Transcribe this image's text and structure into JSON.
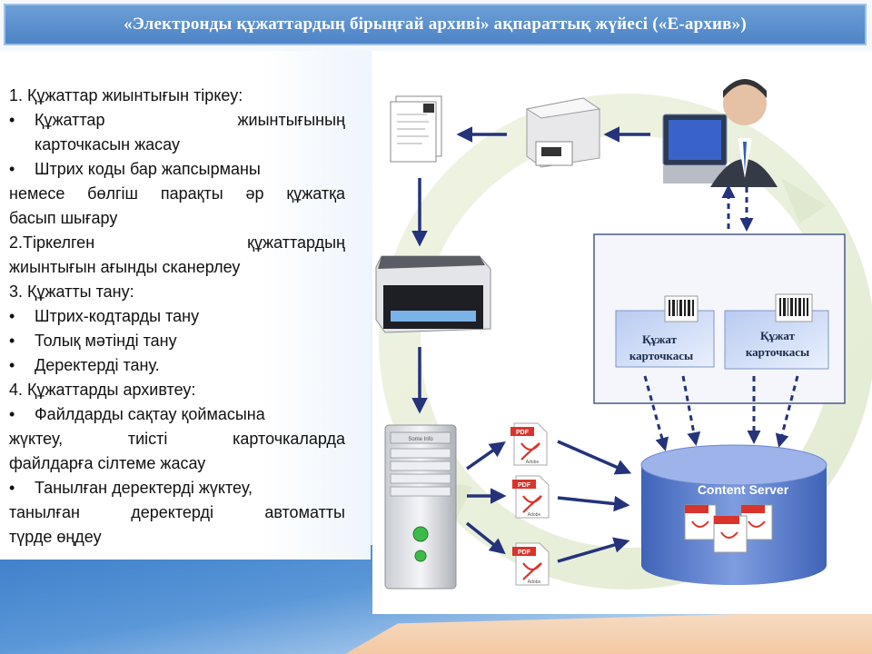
{
  "title": "«Электронды құжаттардың бірыңғай архиві» ақпараттық жүйесі («Е-архив»)",
  "text_lines": [
    {
      "text": "1. Құжаттар жиынтығын тіркеу:",
      "bullet": false,
      "justify": false
    },
    {
      "text": "Құжаттар жиынтығының",
      "bullet": true,
      "justify": true
    },
    {
      "text": "карточкасын жасау",
      "bullet": false,
      "indent": true,
      "justify": false
    },
    {
      "text": "Штрих коды бар жапсырманы",
      "bullet": true,
      "justify": false
    },
    {
      "text": "немесе бөлгіш парақты әр құжатқа",
      "bullet": false,
      "justify": true
    },
    {
      "text": "басып шығару",
      "bullet": false,
      "justify": false
    },
    {
      "text": "2.Тіркелген құжаттардың",
      "bullet": false,
      "justify": true
    },
    {
      "text": "жиынтығын ағынды сканерлеу",
      "bullet": false,
      "justify": false
    },
    {
      "text": "3.  Құжатты тану:",
      "bullet": false,
      "justify": false
    },
    {
      "text": "Штрих-кодтарды тану",
      "bullet": true,
      "justify": false
    },
    {
      "text": "Толық мәтінді тану",
      "bullet": true,
      "justify": false
    },
    {
      "text": "Деректерді тану.",
      "bullet": true,
      "justify": false
    },
    {
      "text": "4.  Құжаттарды архивтеу:",
      "bullet": false,
      "justify": false
    },
    {
      "text": "Файлдарды сақтау қоймасына",
      "bullet": true,
      "justify": false
    },
    {
      "text": "жүктеу, тиісті карточкаларда",
      "bullet": false,
      "justify": true
    },
    {
      "text": "файлдарға сілтеме жасау",
      "bullet": false,
      "justify": false
    },
    {
      "text": "Танылған деректерді жүктеу,",
      "bullet": true,
      "justify": false
    },
    {
      "text": "танылған деректерді автоматты",
      "bullet": false,
      "justify": true
    },
    {
      "text": "түрде өңдеу",
      "bullet": false,
      "justify": false
    }
  ],
  "bullet_glyph": "•",
  "diagram": {
    "card1_line1": "Құжат",
    "card1_line2": "карточкасы",
    "card2_line1": "Құжат",
    "card2_line2": "карточкасы",
    "server_label": "Content Server",
    "pdf_label": "PDF",
    "adobe_label": "Adobe",
    "server_tower_label": "Some Info"
  },
  "colors": {
    "title_bg": "#4d84c6",
    "arrow": "#24337a",
    "server_blue": "#5a7fd0",
    "pdf_red": "#d9342b"
  }
}
